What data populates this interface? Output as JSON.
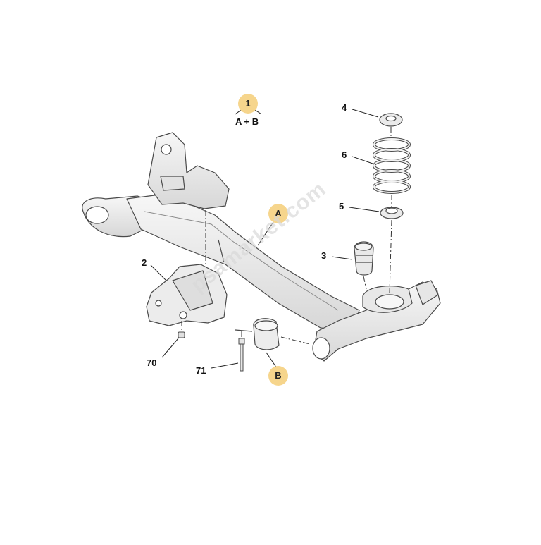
{
  "diagram": {
    "colors": {
      "badge_fill": "#f6d58c",
      "part_fill": "#efefef",
      "part_stroke": "#4a4a4a",
      "leader": "#222222",
      "watermark": "#d9d9d9"
    },
    "assembly": {
      "number": "1",
      "label": "A + B"
    },
    "badges": {
      "a": "A",
      "b": "B"
    },
    "callouts": {
      "c4": "4",
      "c6": "6",
      "c5": "5",
      "c3": "3",
      "c2": "2",
      "c70": "70",
      "c71": "71"
    },
    "watermark": "psamarket.com"
  }
}
